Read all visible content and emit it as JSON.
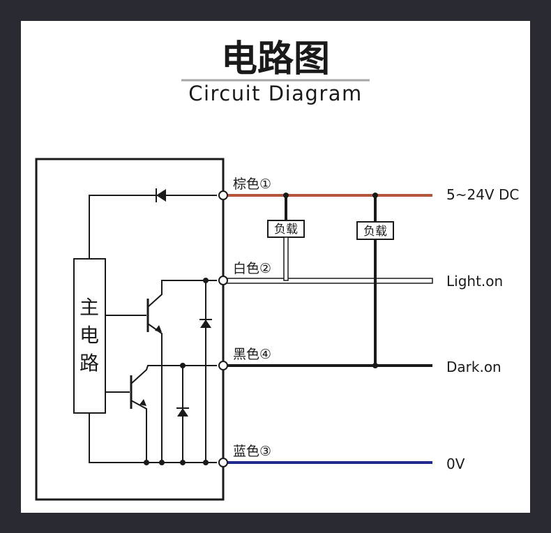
{
  "title_cn": "电路图",
  "title_en": "Circuit Diagram",
  "main_circuit_label": [
    "主",
    "电",
    "路"
  ],
  "wires": [
    {
      "label": "棕色①",
      "destination": "5~24V DC",
      "color": "#b2553a"
    },
    {
      "label": "白色②",
      "destination": "Light.on",
      "color": "#ffffff"
    },
    {
      "label": "黑色④",
      "destination": "Dark.on",
      "color": "#1a1a1a"
    },
    {
      "label": "蓝色③",
      "destination": "0V",
      "color": "#1f2a8c"
    }
  ],
  "loads": [
    "负载",
    "负载"
  ]
}
